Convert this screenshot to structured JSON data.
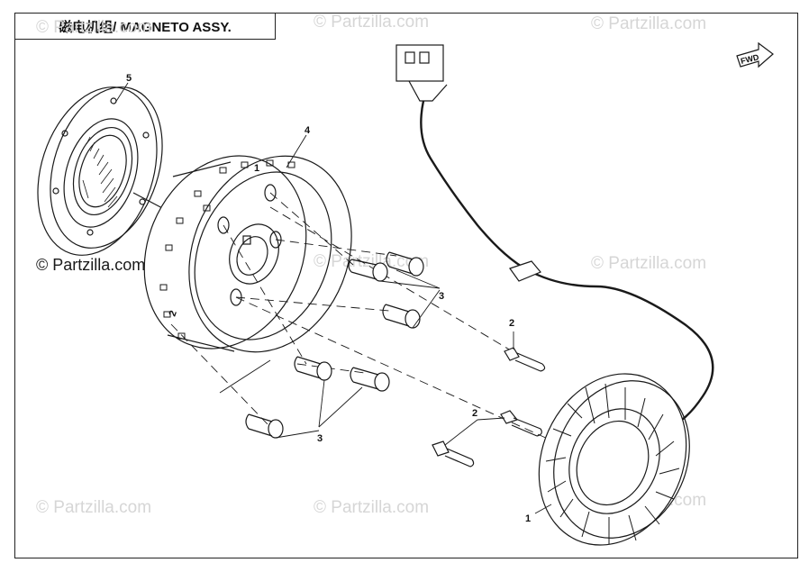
{
  "title": "磁电机组/ MAGNETO ASSY.",
  "watermark": "© Partzilla.com",
  "fwd_label": "FWD",
  "callouts": {
    "c1": "1",
    "c2a": "2",
    "c2b": "2",
    "c3a": "3",
    "c3b": "3",
    "c4": "4",
    "c5": "5"
  },
  "flywheel_marks": {
    "m1": "1",
    "m2": "2"
  },
  "colors": {
    "line": "#1a1a1a",
    "watermark": "#d6d6d6"
  }
}
